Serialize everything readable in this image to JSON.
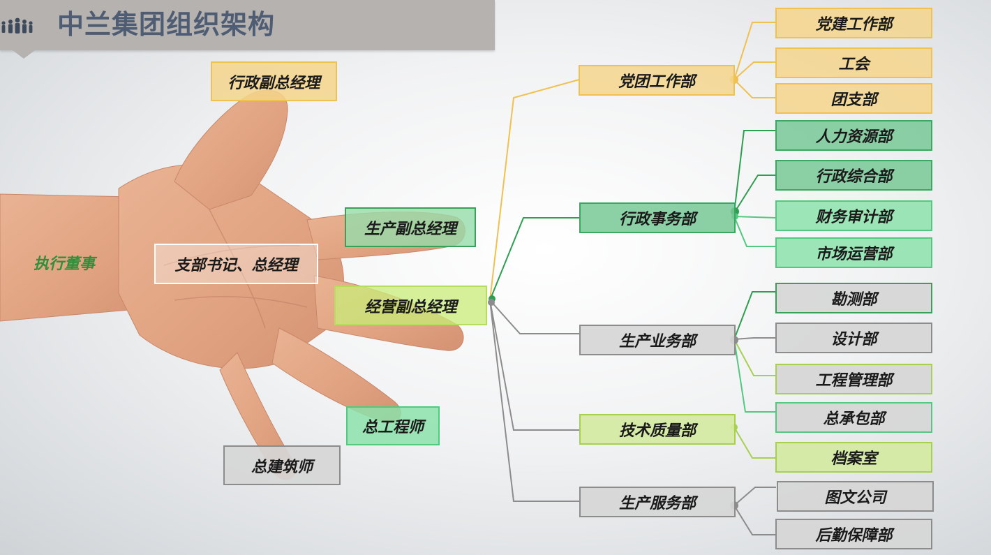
{
  "title": "中兰集团组织架构",
  "exec_label": "执行董事",
  "hand_boxes": {
    "admin_vp": "行政副总经理",
    "prod_vp": "生产副总经理",
    "secretary_gm": "支部书记、总经理",
    "biz_vp": "经营副总经理",
    "chief_engineer": "总工程师",
    "chief_architect": "总建筑师"
  },
  "departments": {
    "party": "党团工作部",
    "admin": "行政事务部",
    "production": "生产业务部",
    "tech_quality": "技术质量部",
    "prod_service": "生产服务部"
  },
  "units": {
    "party_building": "党建工作部",
    "union": "工会",
    "youth_league": "团支部",
    "hr": "人力资源部",
    "admin_general": "行政综合部",
    "finance_audit": "财务审计部",
    "market_ops": "市场运营部",
    "survey": "勘测部",
    "design": "设计部",
    "engineering_mgmt": "工程管理部",
    "general_contract": "总承包部",
    "archives": "档案室",
    "graphics_company": "图文公司",
    "logistics": "后勤保障部"
  },
  "colors": {
    "yellow": "#f0c050",
    "dark_green": "#2e9e50",
    "light_green": "#52c880",
    "lime": "#a8d050",
    "gray": "#8c8c8c",
    "title_bg": "#b5b2b0",
    "title_text": "#4e5d73",
    "exec_text": "#2f8f3a"
  },
  "icons": {
    "title_icon": "people-group-icon"
  }
}
